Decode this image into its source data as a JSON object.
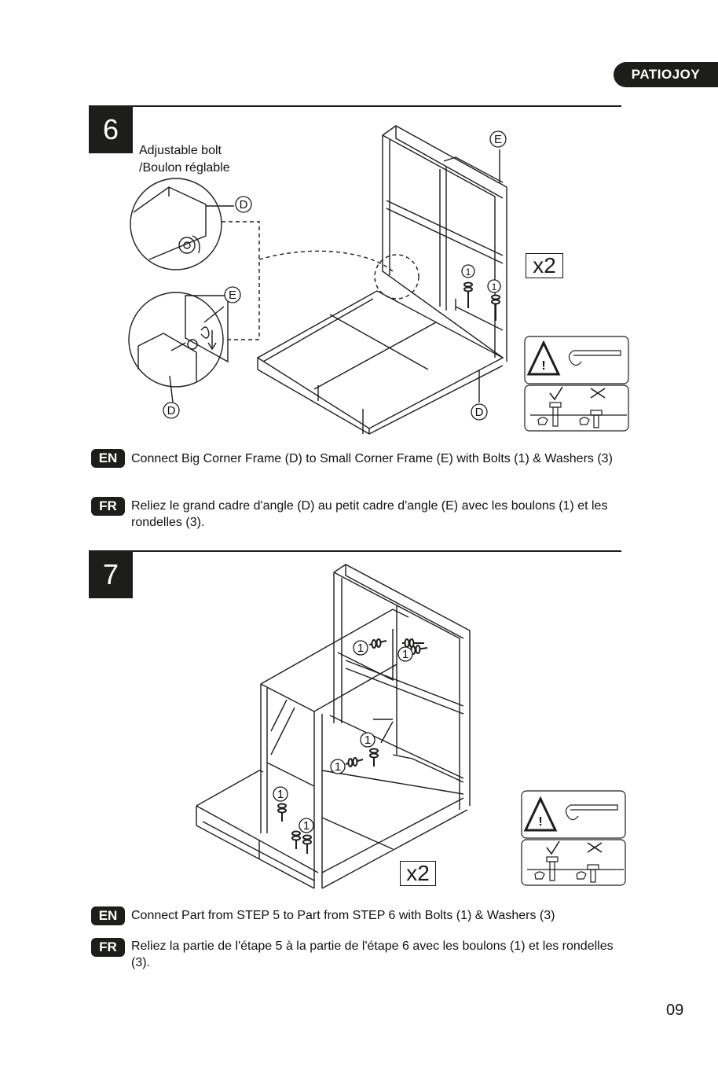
{
  "brand": {
    "logo_text": "PATIOJOY"
  },
  "step6": {
    "number": "6",
    "detail_label_en": "Adjustable bolt",
    "detail_label_fr": "/Boulon réglable",
    "callouts": {
      "d_top": "D",
      "e_top": "E",
      "e_mid": "E",
      "d_bottom_left": "D",
      "d_bottom_right": "D",
      "bolt_a": "1",
      "bolt_b": "1"
    },
    "multiplier": "x2",
    "instructions": {
      "en_badge": "EN",
      "en_text": "Connect Big Corner Frame (D) to Small Corner Frame (E) with Bolts (1) & Washers (3)",
      "fr_badge": "FR",
      "fr_text": "Reliez le grand cadre d'angle (D) au petit cadre d'angle (E) avec les boulons (1) et les rondelles (3)."
    }
  },
  "step7": {
    "number": "7",
    "callouts": {
      "b1": "1",
      "b2": "1",
      "b3": "1",
      "b4": "1",
      "b5": "1",
      "b6": "1"
    },
    "multiplier": "x2",
    "instructions": {
      "en_badge": "EN",
      "en_text": "Connect Part from STEP 5 to Part from STEP 6 with Bolts (1) & Washers (3)",
      "fr_badge": "FR",
      "fr_text": "Reliez la partie de l'étape 5 à la partie de l'étape 6 avec les boulons (1) et les rondelles (3)."
    }
  },
  "page": {
    "number": "09"
  },
  "icons": [
    "warning-icon",
    "hex-key-icon",
    "check-icon",
    "cross-icon",
    "bolt-icon"
  ]
}
